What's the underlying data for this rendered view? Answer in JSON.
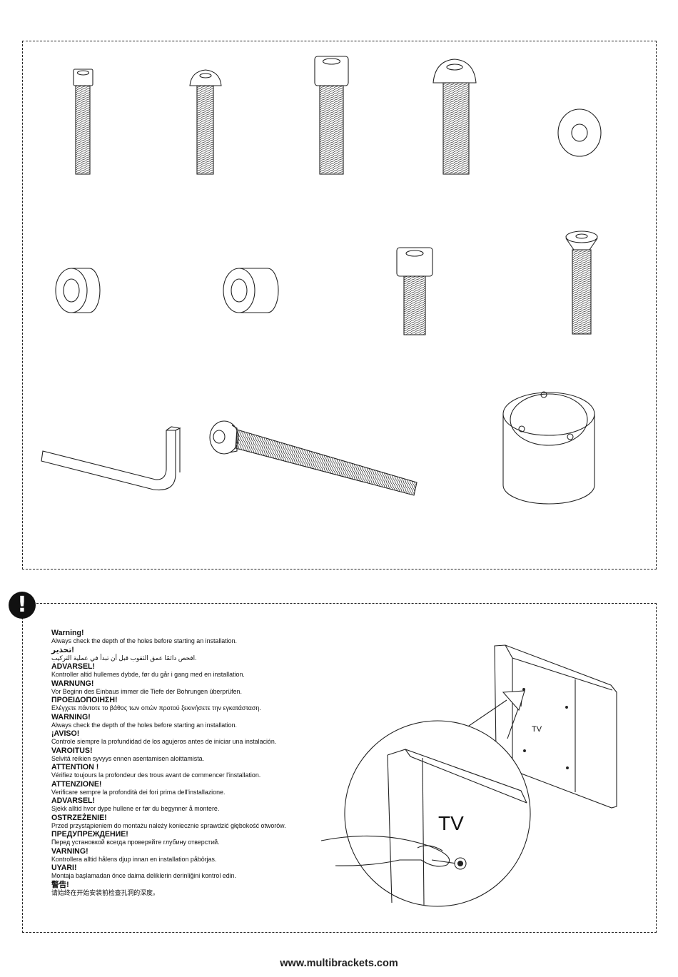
{
  "warnings": [
    {
      "title": "Warning!",
      "text": "Always check the depth of the holes before starting an installation."
    },
    {
      "title": "!تحذير",
      "text": "افحص دائمًا عمق الثقوب قبل أن تبدأ في عملية التركيب."
    },
    {
      "title": "ADVARSEL!",
      "text": "Kontroller altid hullernes dybde, før du går i gang med en installation."
    },
    {
      "title": "WARNUNG!",
      "text": "Vor Beginn des Einbaus immer die Tiefe der Bohrungen überprüfen."
    },
    {
      "title": "ΠΡΟΕΙΔΟΠΟΙΗΣΗ!",
      "text": "Ελέγχετε πάντοτε το βάθος των οπών προτού ξεκινήσετε την εγκατάσταση."
    },
    {
      "title": "WARNING!",
      "text": "Always check the depth of the holes before starting an installation."
    },
    {
      "title": "¡AVISO!",
      "text": "Controle siempre la profundidad de los agujeros antes de iniciar una instalación."
    },
    {
      "title": "VAROITUS!",
      "text": "Selvitä reikien syvyys ennen asentamisen aloittamista."
    },
    {
      "title": "ATTENTION !",
      "text": "Vérifiez toujours la profondeur des trous avant de commencer l'installation."
    },
    {
      "title": "ATTENZIONE!",
      "text": "Verificare sempre la profondità dei fori prima dell'installazione."
    },
    {
      "title": "ADVARSEL!",
      "text": "Sjekk alltid hvor dype hullene er før du begynner å montere."
    },
    {
      "title": "OSTRZEŻENIE!",
      "text": "Przed przystąpieniem do montażu należy koniecznie sprawdzić głębokość otworów."
    },
    {
      "title": "ПРЕДУПРЕЖДЕНИЕ!",
      "text": "Перед установкой всегда проверяйте глубину отверстий."
    },
    {
      "title": "VARNING!",
      "text": "Kontrollera alltid hålens djup innan en installation påbörjas."
    },
    {
      "title": "UYARI!",
      "text": "Montaja başlamadan önce daima deliklerin derinliğini kontrol edin."
    },
    {
      "title": "警告!",
      "text": "请始终在开始安装前检查孔洞的深度。"
    }
  ],
  "tv_label_large": "TV",
  "tv_label_small": "TV",
  "warning_glyph": "!",
  "footer_url": "www.multibrackets.com",
  "icons": [
    "exclamation-icon"
  ]
}
